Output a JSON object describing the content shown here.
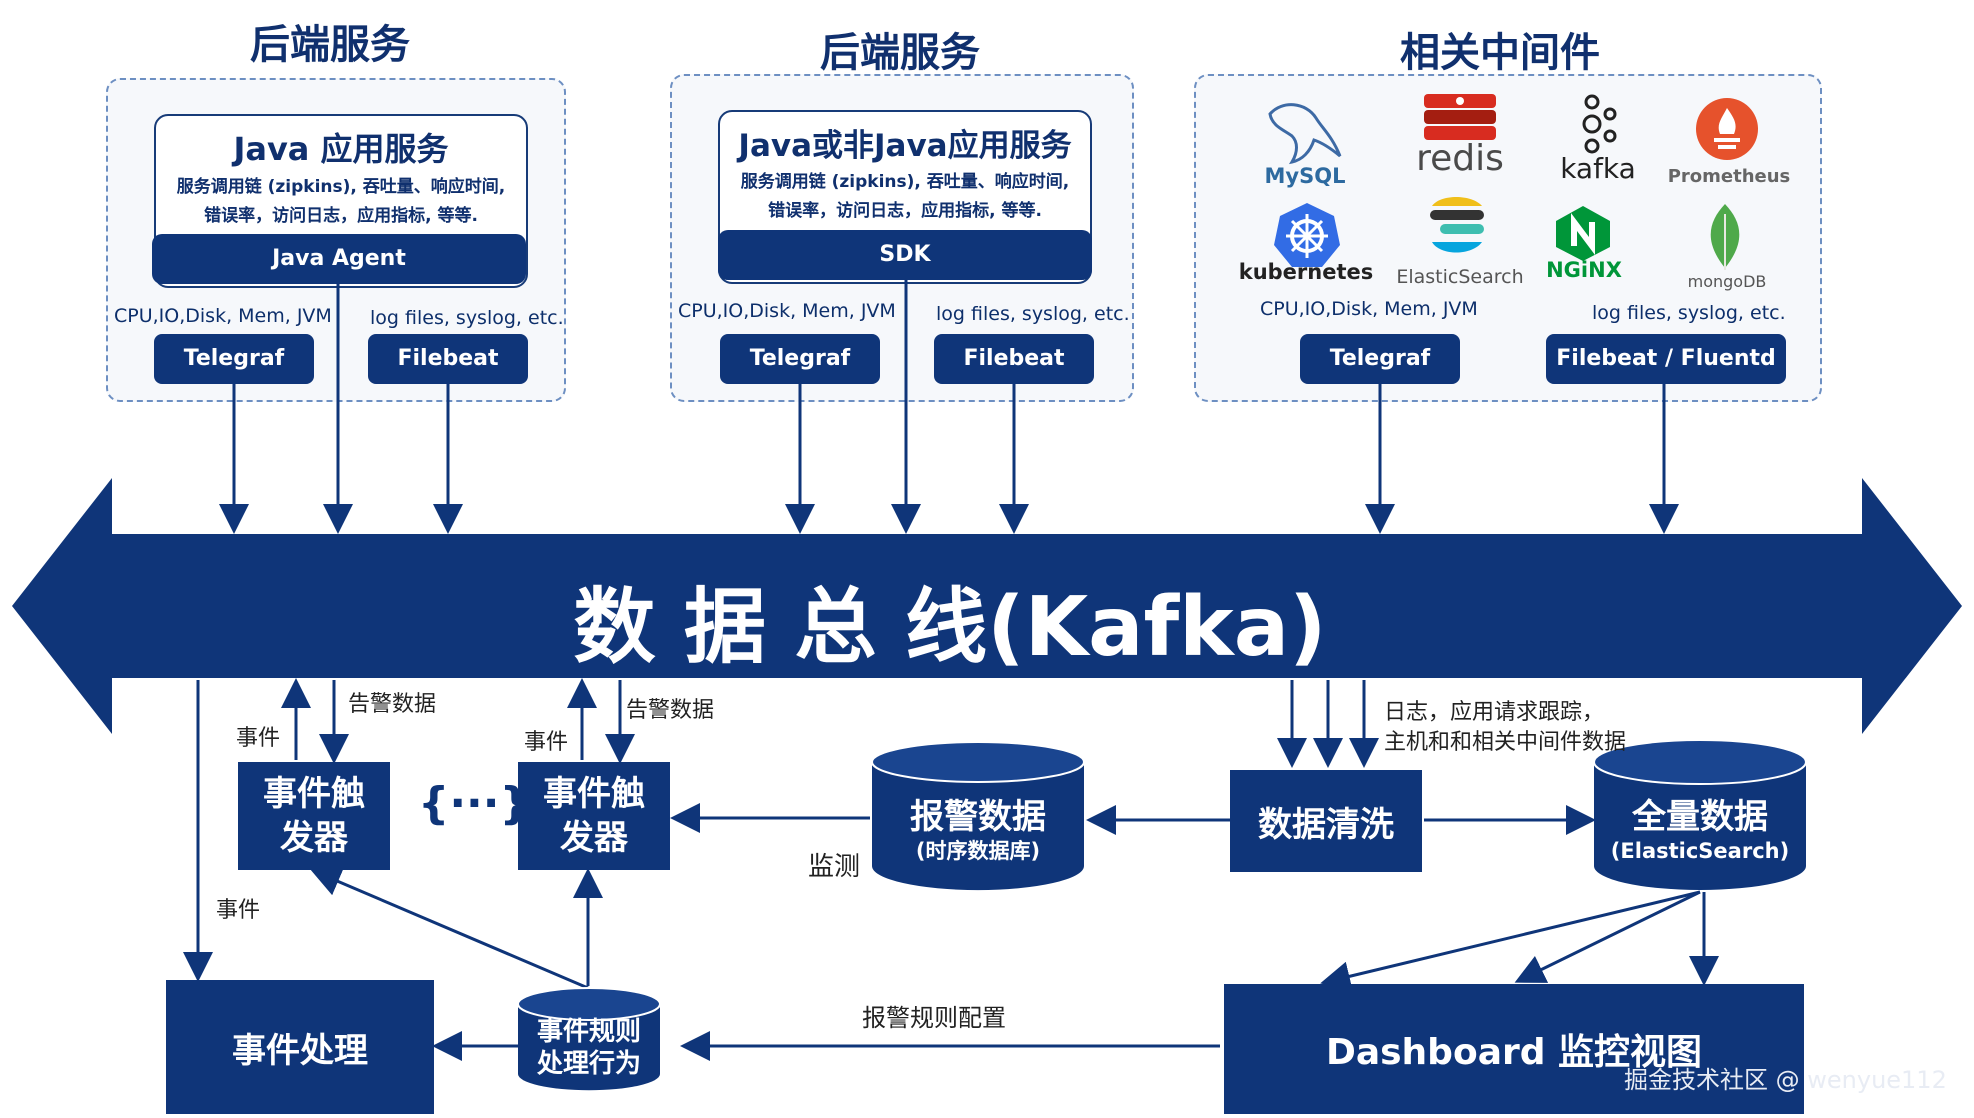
{
  "groups": [
    {
      "title": "后端服务",
      "app_title": "Java 应用服务",
      "app_desc_1": "服务调用链 (zipkins), 吞吐量、响应时间,",
      "app_desc_2": "错误率，访问日志，应用指标, 等等.",
      "agent": "Java Agent",
      "metrics_label": "CPU,IO,Disk, Mem, JVM",
      "logs_label": "log files, syslog, etc.",
      "telegraf": "Telegraf",
      "filebeat": "Filebeat"
    },
    {
      "title": "后端服务",
      "app_title": "Java或非Java应用服务",
      "app_desc_1": "服务调用链 (zipkins), 吞吐量、响应时间,",
      "app_desc_2": "错误率，访问日志，应用指标, 等等.",
      "agent": "SDK",
      "metrics_label": "CPU,IO,Disk, Mem, JVM",
      "logs_label": "log files, syslog, etc.",
      "telegraf": "Telegraf",
      "filebeat": "Filebeat"
    },
    {
      "title": "相关中间件",
      "metrics_label": "CPU,IO,Disk, Mem, JVM",
      "logs_label": "log files, syslog, etc.",
      "telegraf": "Telegraf",
      "filebeat": "Filebeat / Fluentd",
      "logos": {
        "mysql": "MySQL",
        "redis": "redis",
        "kafka": "kafka",
        "prometheus": "Prometheus",
        "kubernetes": "kubernetes",
        "elasticsearch": "ElasticSearch",
        "nginx": "NGiNX",
        "mongodb": "mongoDB"
      }
    }
  ],
  "bus": {
    "label": "数 据 总 线(Kafka)"
  },
  "lower": {
    "event_label_1": "事件",
    "alert_data_1": "告警数据",
    "event_label_2": "事件",
    "alert_data_2": "告警数据",
    "trigger_1_line1": "事件触",
    "trigger_1_line2": "发器",
    "ellipsis": "{···}",
    "trigger_2_line1": "事件触",
    "trigger_2_line2": "发器",
    "monitor_label": "监测",
    "alarm_db_title": "报警数据",
    "alarm_db_sub": "(时序数据库)",
    "cleaning": "数据清洗",
    "full_db_title": "全量数据",
    "full_db_sub": "(ElasticSearch)",
    "logs_note_1": "日志，应用请求跟踪，",
    "logs_note_2": "主机和和相关中间件数据",
    "event_label_3": "事件",
    "event_handle": "事件处理",
    "rules_db_line1": "事件规则",
    "rules_db_line2": "处理行为",
    "rule_config": "报警规则配置",
    "dashboard": "Dashboard 监控视图"
  },
  "watermark": "掘金技术社区 @ wenyue112",
  "colors": {
    "primary": "#0f3579",
    "group_border": "#6d8fc2",
    "group_bg": "#f6f8fb"
  }
}
